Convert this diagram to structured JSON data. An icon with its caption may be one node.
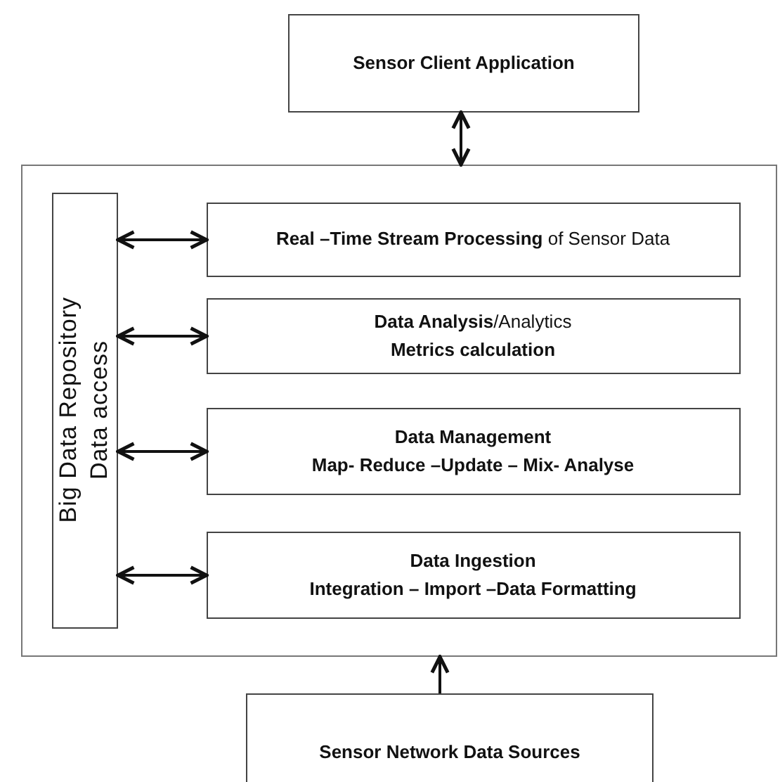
{
  "diagram": {
    "nodes": [
      {
        "text": [
          "Sensor Client Application"
        ]
      },
      {
        "text": [],
        "shape": "box"
      },
      {
        "text": [
          "Big Data Repository",
          "Data access"
        ],
        "in": 1
      },
      {
        "text": [
          "**Real –Time Stream Processing** of Sensor Data"
        ],
        "in": 1
      },
      {
        "text": [
          "**Data Analysis**/Analytics",
          "Metrics calculation"
        ],
        "in": 1
      },
      {
        "text": [
          "Data Management",
          "Map- Reduce –Update – Mix- Analyse"
        ],
        "in": 1
      },
      {
        "text": [
          "Data Ingestion",
          "Integration – Import –Data Formatting"
        ],
        "in": 1
      },
      {
        "text": [
          "Sensor Network Data Sources"
        ]
      }
    ],
    "edges": [
      {
        "from": 0,
        "to": 1,
        "arrow": "both"
      },
      {
        "from": 2,
        "to": 3,
        "arrow": "both"
      },
      {
        "from": 2,
        "to": 4,
        "arrow": "both"
      },
      {
        "from": 2,
        "to": 5,
        "arrow": "both"
      },
      {
        "from": 2,
        "to": 6,
        "arrow": "both"
      },
      {
        "from": 7,
        "to": 1,
        "arrow": "to"
      }
    ]
  }
}
